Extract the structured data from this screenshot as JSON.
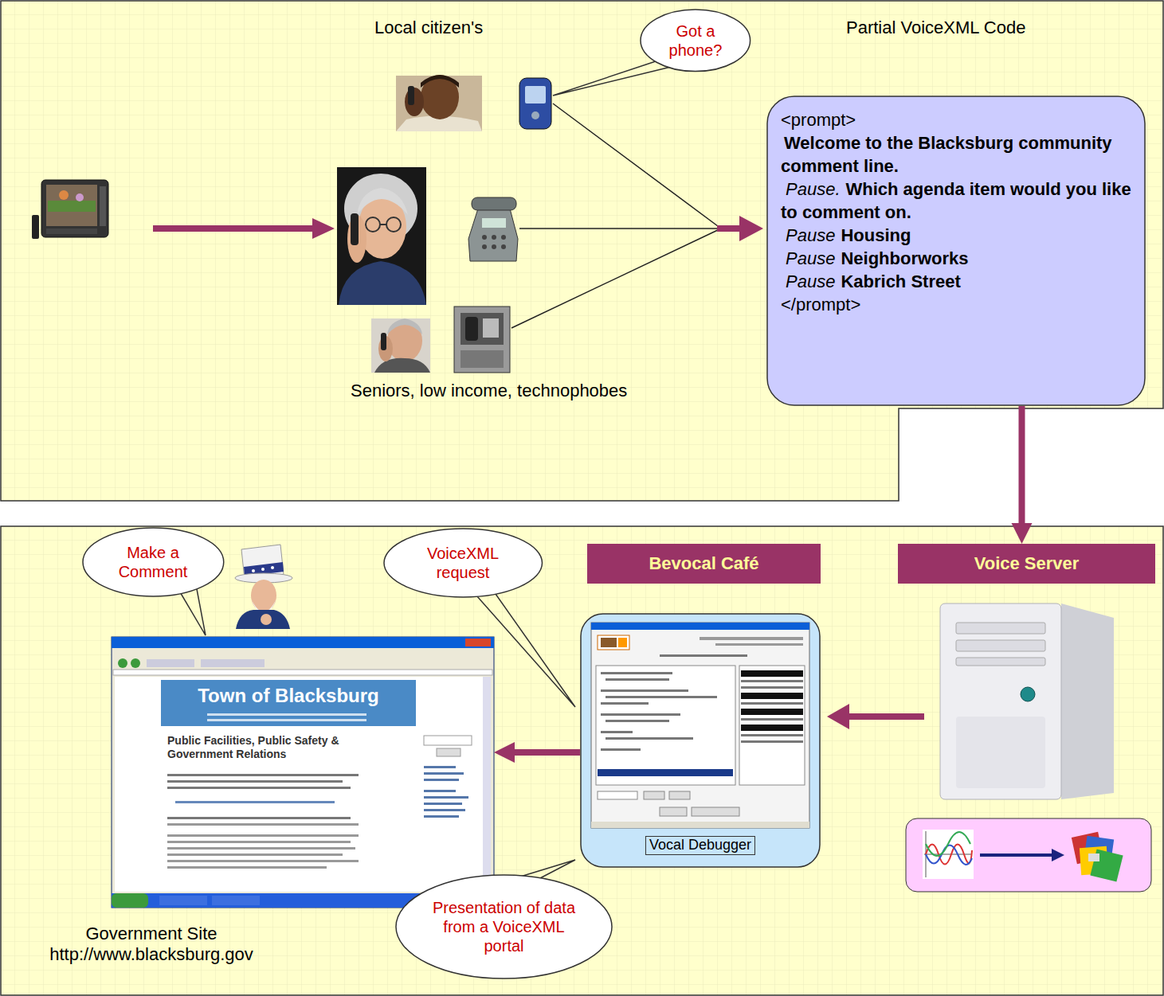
{
  "diagram": {
    "nodes": [
      {
        "text": [
          "Local citizen's",
          "Partial VoiceXML Code",
          "Seniors, low income, technophobes"
        ]
      },
      {
        "text": [
          "Got a phone?"
        ],
        "in": 0
      },
      {
        "text": [
          "<prompt>",
          "Welcome to the Blacksburg community comment line.",
          "Pause.",
          "Which agenda item would you like to comment on.",
          "Pause",
          "Housing",
          "Pause",
          "Neighborworks",
          "Pause",
          "Kabrich Street",
          "</prompt>"
        ],
        "in": 0
      },
      {
        "text": [
          "Government Site http://www.blacksburg.gov"
        ]
      },
      {
        "text": [
          "Make a Comment"
        ],
        "in": 3
      },
      {
        "text": [
          "VoiceXML request"
        ],
        "in": 3
      },
      {
        "text": [
          "Bevocal Café"
        ],
        "in": 3
      },
      {
        "text": [
          "Voice Server"
        ],
        "in": 3
      },
      {
        "text": [
          "Vocal Debugger"
        ],
        "in": 3
      },
      {
        "text": [
          "Town of Blacksburg",
          "Public Facilities, Public Safety & Government Relations"
        ],
        "in": 3
      },
      {
        "text": [
          "Presentation of data from a VoiceXML portal"
        ],
        "in": 3
      }
    ],
    "edges": [
      {
        "from": 2,
        "to": 7,
        "arrow": "to"
      },
      {
        "from": 8,
        "to": 9,
        "arrow": "to"
      }
    ]
  }
}
